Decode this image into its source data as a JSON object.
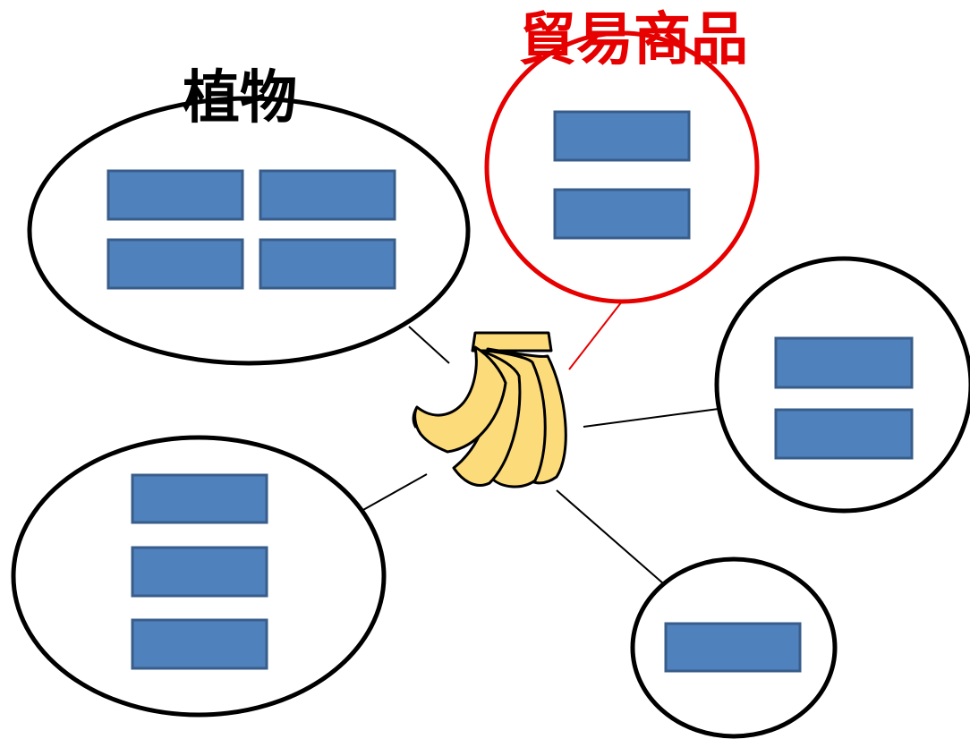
{
  "labels": {
    "plants": "植物",
    "trade_goods": "貿易商品"
  },
  "colors": {
    "box_fill": "#4F81BD",
    "box_stroke": "#385D8A",
    "outline": "#000000",
    "highlight": "#E60000",
    "banana_fill": "#FCDB7A",
    "banana_stroke": "#000000",
    "background": "#FFFFFF"
  },
  "center": {
    "icon": "banana-bunch-icon"
  },
  "groups": [
    {
      "id": "plants",
      "label": "植物",
      "box_count": 4
    },
    {
      "id": "trade-goods",
      "label": "貿易商品",
      "box_count": 2
    },
    {
      "id": "right",
      "box_count": 2
    },
    {
      "id": "bottom-left",
      "box_count": 3
    },
    {
      "id": "bottom-right",
      "box_count": 1
    }
  ]
}
